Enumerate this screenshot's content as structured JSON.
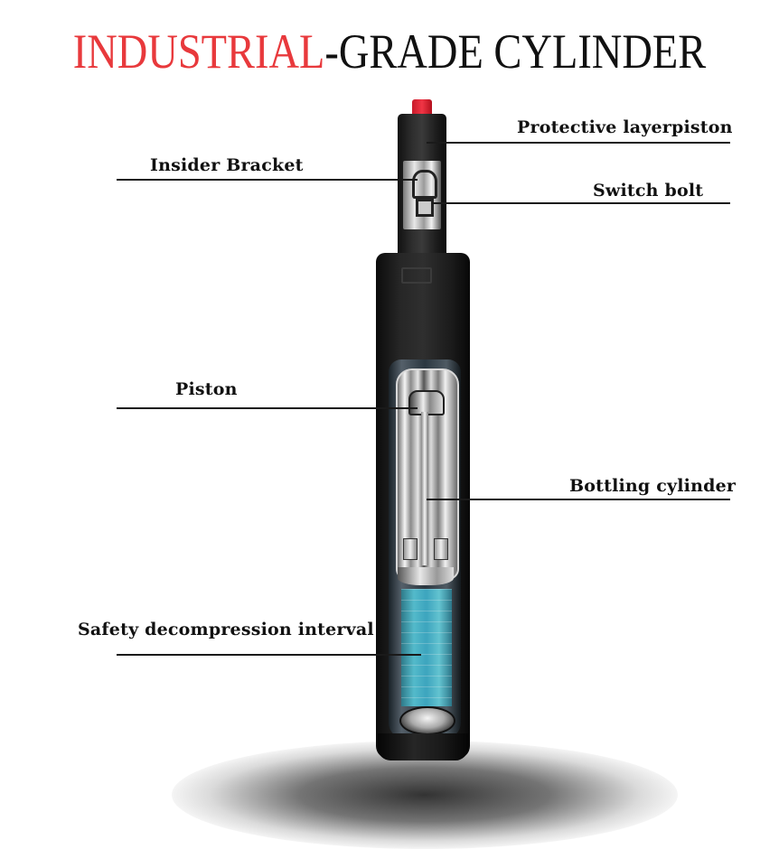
{
  "title": {
    "accent": "INDUSTRIAL",
    "rest": "-GRADE CYLINDER",
    "accent_color": "#e8393c",
    "text_color": "#111111"
  },
  "labels": [
    {
      "id": "protective-layer-piston",
      "text": "Protective layerpiston",
      "side": "right"
    },
    {
      "id": "insider-bracket",
      "text": "Insider Bracket",
      "side": "left"
    },
    {
      "id": "switch-bolt",
      "text": "Switch bolt",
      "side": "right"
    },
    {
      "id": "piston",
      "text": "Piston",
      "side": "left"
    },
    {
      "id": "bottling-cylinder",
      "text": "Bottling cylinder",
      "side": "right"
    },
    {
      "id": "safety-decompression-interval",
      "text": "Safety decompression interval",
      "side": "left"
    }
  ],
  "product": {
    "name": "gas lift cylinder cutaway",
    "cap_color": "#e8303f",
    "body_color": "#1e1e1e",
    "gas_color": "#4fc0d4"
  }
}
